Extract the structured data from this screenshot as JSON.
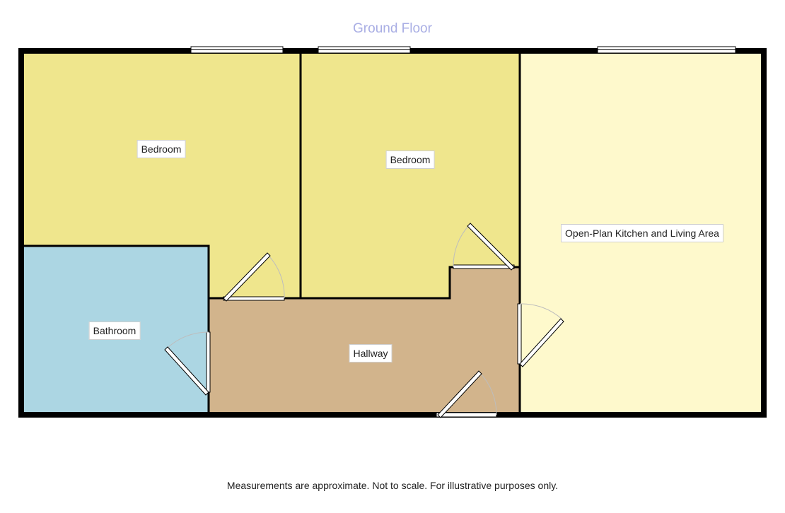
{
  "floor": {
    "title": "Ground Floor",
    "title_color": "#a9aee4"
  },
  "rooms": {
    "bedroom_left": {
      "label": "Bedroom",
      "color": "#efe68d"
    },
    "bedroom_middle": {
      "label": "Bedroom",
      "color": "#efe68d"
    },
    "kitchen_living": {
      "label": "Open-Plan Kitchen and Living Area",
      "color": "#fef9cc"
    },
    "bathroom": {
      "label": "Bathroom",
      "color": "#acd6e3"
    },
    "hallway": {
      "label": "Hallway",
      "color": "#d2b48c"
    }
  },
  "wall_color": "#000000",
  "footer": {
    "disclaimer": "Measurements are approximate. Not to scale. For illustrative purposes only."
  }
}
